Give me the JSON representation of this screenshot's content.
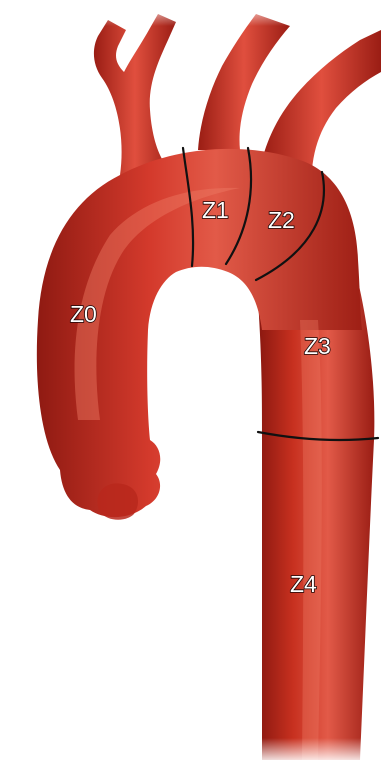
{
  "diagram": {
    "zones": [
      {
        "id": "z0",
        "label": "Z0"
      },
      {
        "id": "z1",
        "label": "Z1"
      },
      {
        "id": "z2",
        "label": "Z2"
      },
      {
        "id": "z3",
        "label": "Z3"
      },
      {
        "id": "z4",
        "label": "Z4"
      }
    ],
    "colors": {
      "vessel": "#c2291f",
      "vessel_dark": "#8f1a12",
      "vessel_highlight": "#e25a48",
      "boundary": "#111111"
    }
  }
}
